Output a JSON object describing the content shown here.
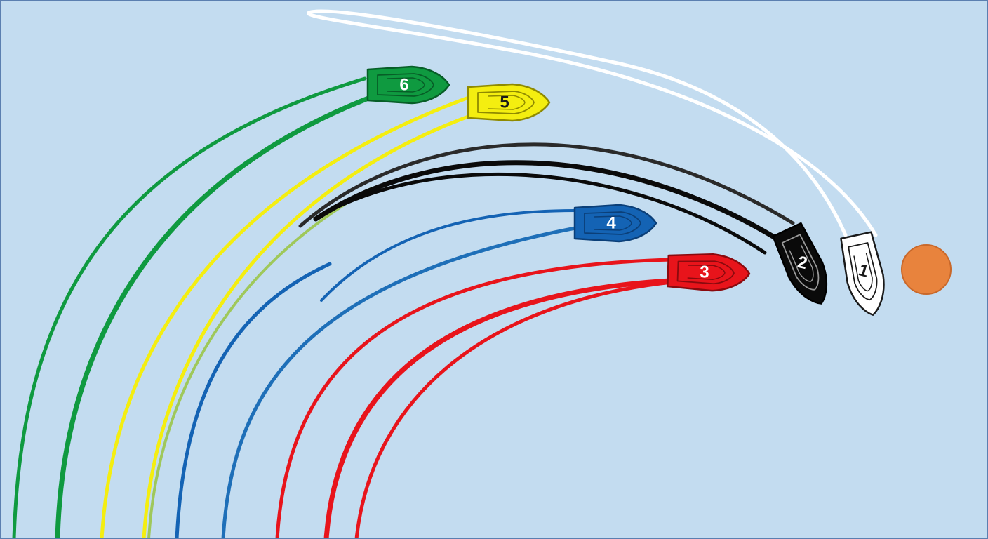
{
  "colors": {
    "water": "#c3dcf0",
    "buoy": "#e8833d",
    "buoy_stroke": "#c9682a"
  },
  "boats": [
    {
      "number": "1",
      "color": "#ffffff",
      "outline": "#1a1a1a",
      "text_color": "#1a1a1a"
    },
    {
      "number": "2",
      "color": "#0a0a0a",
      "outline": "#000000",
      "text_color": "#ffffff"
    },
    {
      "number": "3",
      "color": "#e8141b",
      "outline": "#8a0a0e",
      "text_color": "#ffffff"
    },
    {
      "number": "4",
      "color": "#1463b4",
      "outline": "#0b3f78",
      "text_color": "#ffffff"
    },
    {
      "number": "5",
      "color": "#f4ee10",
      "outline": "#8f8a00",
      "text_color": "#1a1a1a"
    },
    {
      "number": "6",
      "color": "#0f9a40",
      "outline": "#075e27",
      "text_color": "#ffffff"
    }
  ],
  "icons": {
    "buoy": "orange-circle",
    "boat": "boat-hull-shape"
  }
}
